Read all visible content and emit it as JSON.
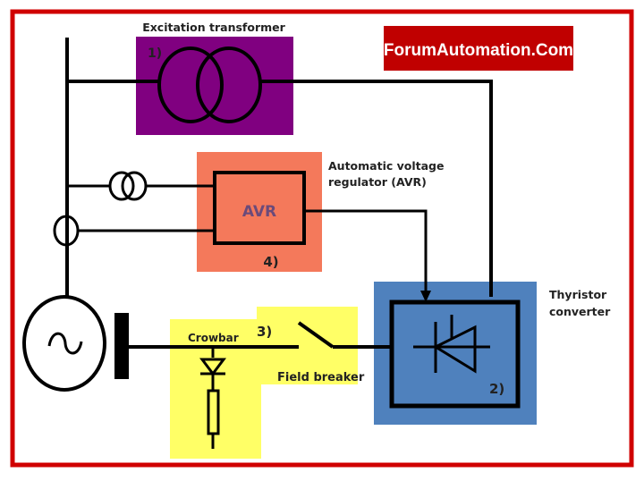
{
  "brand": {
    "text": "ForumAutomation.Com",
    "background": "#c00000",
    "color": "#ffffff"
  },
  "frame_color": "#d00000",
  "components": {
    "excitation_transformer": {
      "label": "Excitation transformer",
      "number": "1)",
      "fill": "#800080"
    },
    "thyristor_converter": {
      "label_line1": "Thyristor",
      "label_line2": "converter",
      "number": "2)",
      "fill": "#4f81bd"
    },
    "crowbar": {
      "label": "Crowbar",
      "number": "3)",
      "fill": "#ffff66"
    },
    "field_breaker": {
      "label": "Field breaker"
    },
    "avr": {
      "box_text": "AVR",
      "label_line1": "Automatic voltage",
      "label_line2": "regulator (AVR)",
      "number": "4)",
      "fill": "#f4795b",
      "text_color": "#6b4a7a"
    }
  },
  "symbols": [
    "generator-icon",
    "transformer-icon",
    "current-transformer-icon",
    "voltage-transformer-icon",
    "thyristor-icon",
    "diode-icon",
    "resistor-icon",
    "switch-icon"
  ]
}
